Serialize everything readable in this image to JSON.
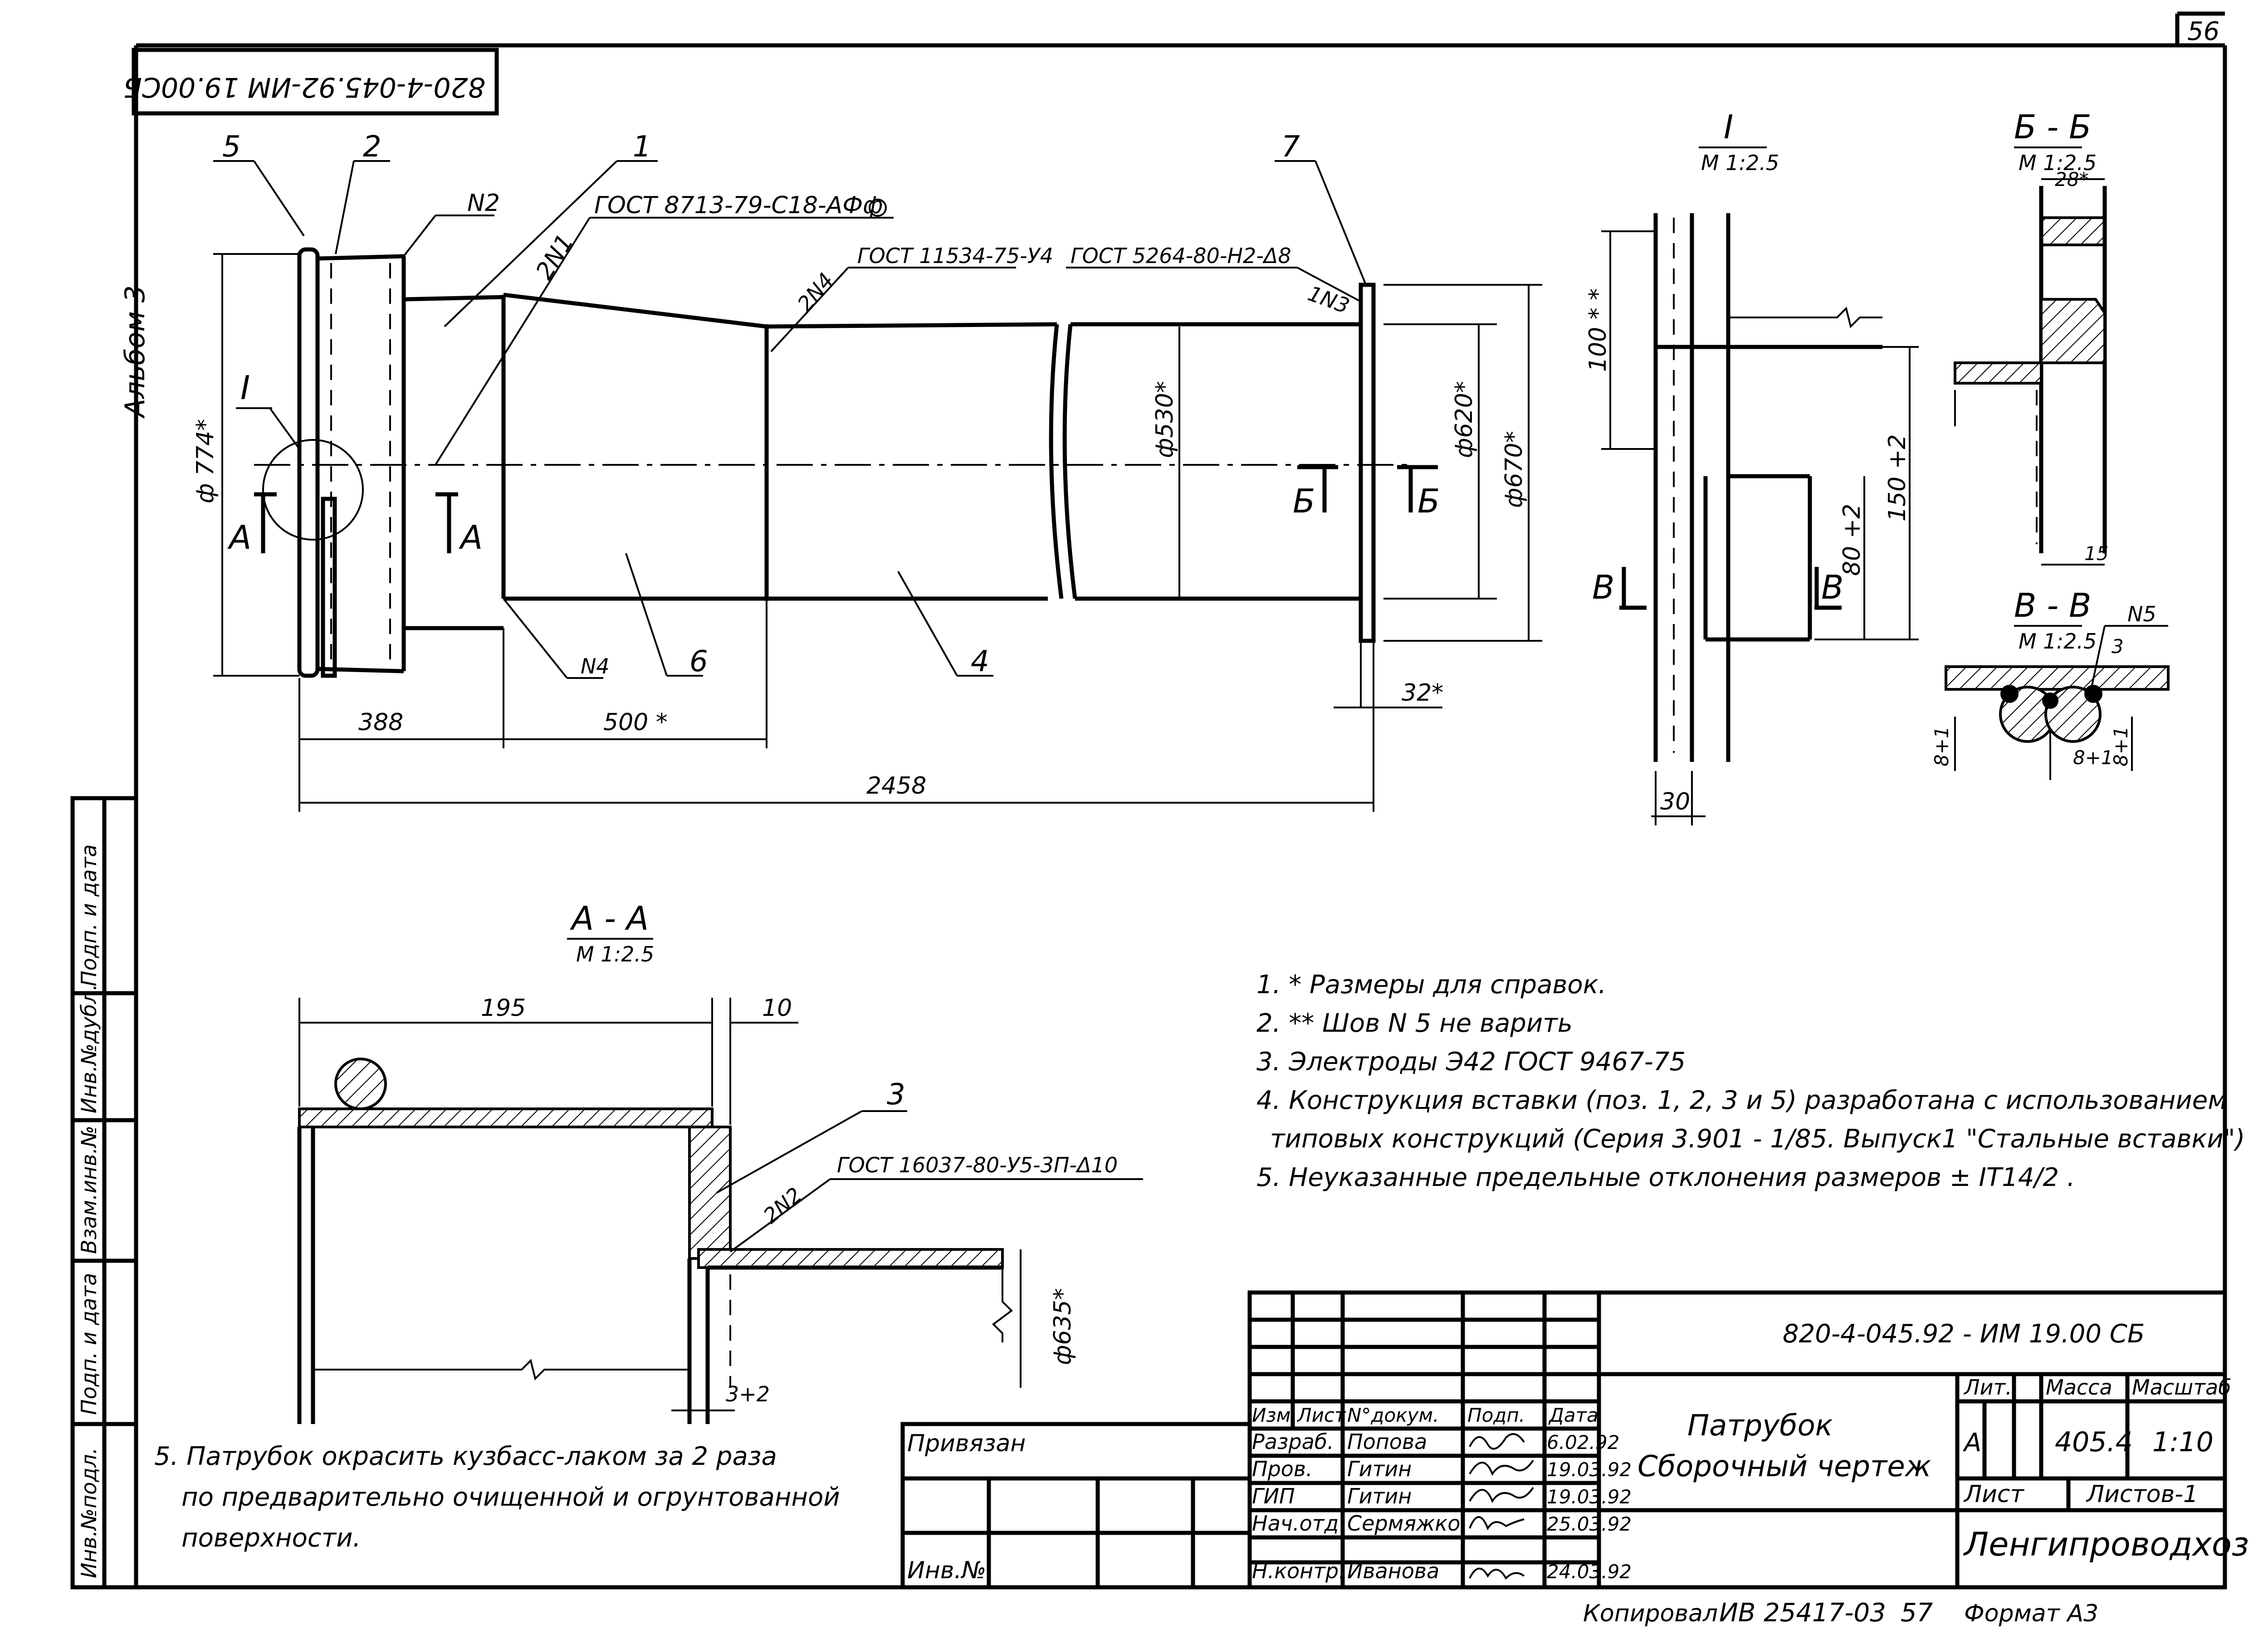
{
  "sheet": {
    "page_number": "56",
    "code_top_rotated": "820-4-045.92-ИМ 19.00СБ",
    "album": "Альбом 3"
  },
  "main_view": {
    "leaders": [
      "5",
      "2",
      "1",
      "7",
      "6",
      "4"
    ],
    "weld_marks": {
      "n2": "N2",
      "n1": "2N1",
      "n4_top": "2N4",
      "n3": "1N3",
      "n4_bottom": "N4"
    },
    "gost_refs": {
      "g1": "ГОСТ 8713-79-С18-АФф",
      "g2": "ГОСТ 11534-75-У4",
      "g3": "ГОСТ 5264-80-Н2-Δ8"
    },
    "dims": {
      "d774": "ф 774*",
      "d530": "ф530*",
      "d620": "ф620*",
      "d670": "ф670*",
      "l388": "388",
      "l500": "500 *",
      "l2458": "2458",
      "l32": "32*"
    },
    "section_marks": {
      "a_left": "А",
      "a_right": "А",
      "b_left": "Б",
      "b_right": "Б",
      "detail": "I"
    }
  },
  "detail_I": {
    "title": "I",
    "scale": "М 1:2.5",
    "dims": {
      "d100": "100 * *",
      "d150": "150 +2",
      "d80": "80 +2",
      "d30": "30"
    },
    "marks": {
      "v_left": "В",
      "v_right": "В"
    }
  },
  "section_BB": {
    "title": "Б - Б",
    "scale": "М 1:2.5",
    "dims": {
      "d28": "28*",
      "d15": "15"
    }
  },
  "section_VV": {
    "title": "В - В",
    "scale": "М 1:2.5",
    "labels": {
      "n5": "N5",
      "p3": "3",
      "d8a": "8+1",
      "d8b": "8+1",
      "d8c": "8+1"
    }
  },
  "section_AA": {
    "title": "А - А",
    "scale": "М 1:2.5",
    "dims": {
      "d195": "195",
      "d10": "10",
      "d635": "ф635*",
      "d3": "3+2"
    },
    "leader": "3",
    "weld": "2N2",
    "gost": "ГОСТ 16037-80-У5-3П-Δ10"
  },
  "notes": [
    "1. * Размеры для справок.",
    "2. ** Шов N 5 не варить",
    "3. Электроды Э42 ГОСТ 9467-75",
    "4. Конструкция вставки (поз. 1, 2, 3 и 5) разработана с использованием",
    "типовых конструкций (Серия 3.901 - 1/85. Выпуск1 \"Стальные вставки\")",
    "5. Неуказанные предельные отклонения размеров ± IT14/2 ."
  ],
  "paint_note": [
    "5. Патрубок окрасить кузбасс-лаком за 2 раза",
    "по предварительно очищенной и огрунтованной",
    "поверхности."
  ],
  "side_stamp": [
    "Инв.№подл.",
    "Подп. и дата",
    "Взам.инв.№",
    "Инв.№дубл.",
    "Подп. и дата"
  ],
  "binding": {
    "label": "Привязан",
    "inv_label": "Инв.№"
  },
  "title_block": {
    "code": "820-4-045.92 - ИМ 19.00 СБ",
    "header_cols": [
      "Изм.",
      "Лист",
      "N°докум.",
      "Подп.",
      "Дата"
    ],
    "rows": [
      {
        "role": "Разраб.",
        "name": "Попова",
        "date": "6.02.92"
      },
      {
        "role": "Пров.",
        "name": "Гитин",
        "date": "19.03.92"
      },
      {
        "role": "ГИП",
        "name": "Гитин",
        "date": "19.03.92"
      },
      {
        "role": "Нач.отд",
        "name": "Сермяжко",
        "date": "25.03.92"
      },
      {
        "role": "Н.контр.",
        "name": "Иванова",
        "date": "24.03.92"
      }
    ],
    "name_line1": "Патрубок",
    "name_line2": "Сборочный чертеж",
    "lit_label": "Лит.",
    "mass_label": "Масса",
    "scale_label": "Масштаб",
    "lit_value": "А",
    "mass_value": "405.4",
    "scale_value": "1:10",
    "sheet_label": "Лист",
    "sheets_label": "Листов-1",
    "org": "Ленгипроводхоз"
  },
  "footer": {
    "copied": "Копировал",
    "copy_number": "ИВ 25417-03",
    "num": "57",
    "format": "Формат А3"
  }
}
